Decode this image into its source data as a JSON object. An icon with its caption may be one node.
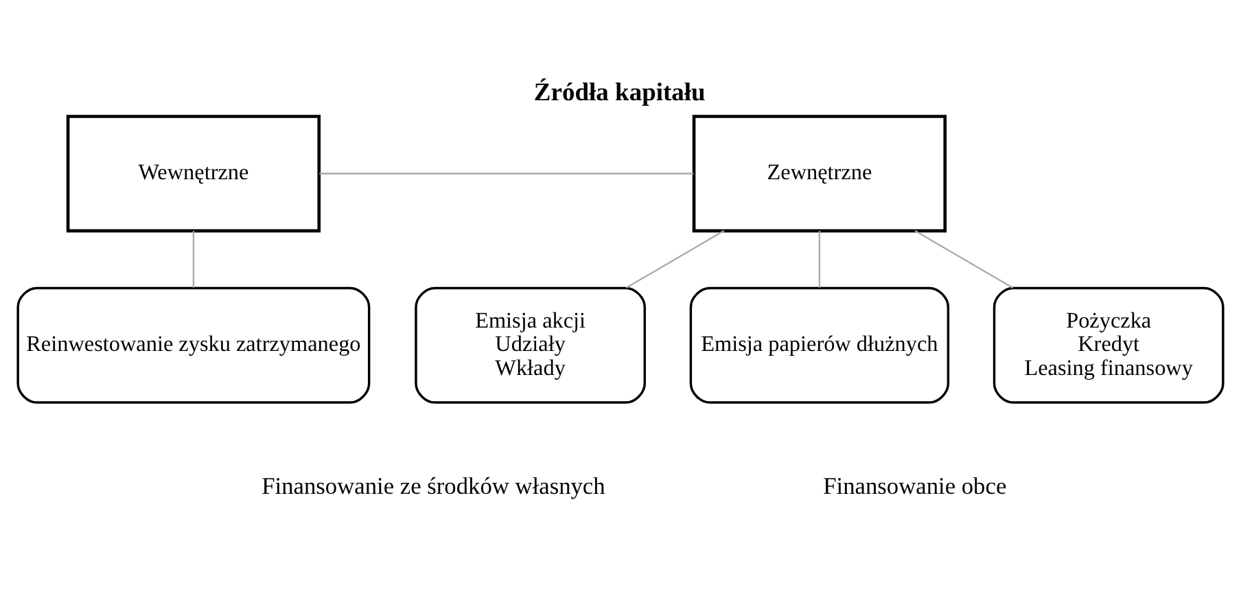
{
  "diagram": {
    "title": "Źródła kapitału",
    "nodes": [
      {
        "text": [
          "Wewnętrzne"
        ]
      },
      {
        "text": [
          "Zewnętrzne"
        ]
      },
      {
        "text": [
          "Reinwestowanie zysku zatrzymanego"
        ]
      },
      {
        "text": [
          "Emisja akcji",
          "Udziały",
          "Wkłady"
        ]
      },
      {
        "text": [
          "Emisja papierów dłużnych"
        ]
      },
      {
        "text": [
          "Pożyczka",
          "Kredyt",
          "Leasing finansowy"
        ]
      }
    ],
    "edges": [
      {
        "from": 0,
        "to": 1,
        "arrow": "none"
      },
      {
        "from": 0,
        "to": 2,
        "arrow": "none"
      },
      {
        "from": 1,
        "to": 3,
        "arrow": "none"
      },
      {
        "from": 1,
        "to": 4,
        "arrow": "none"
      },
      {
        "from": 1,
        "to": 5,
        "arrow": "none"
      }
    ],
    "labels": [
      "Finansowanie ze środków własnych",
      "Finansowanie obce"
    ]
  }
}
